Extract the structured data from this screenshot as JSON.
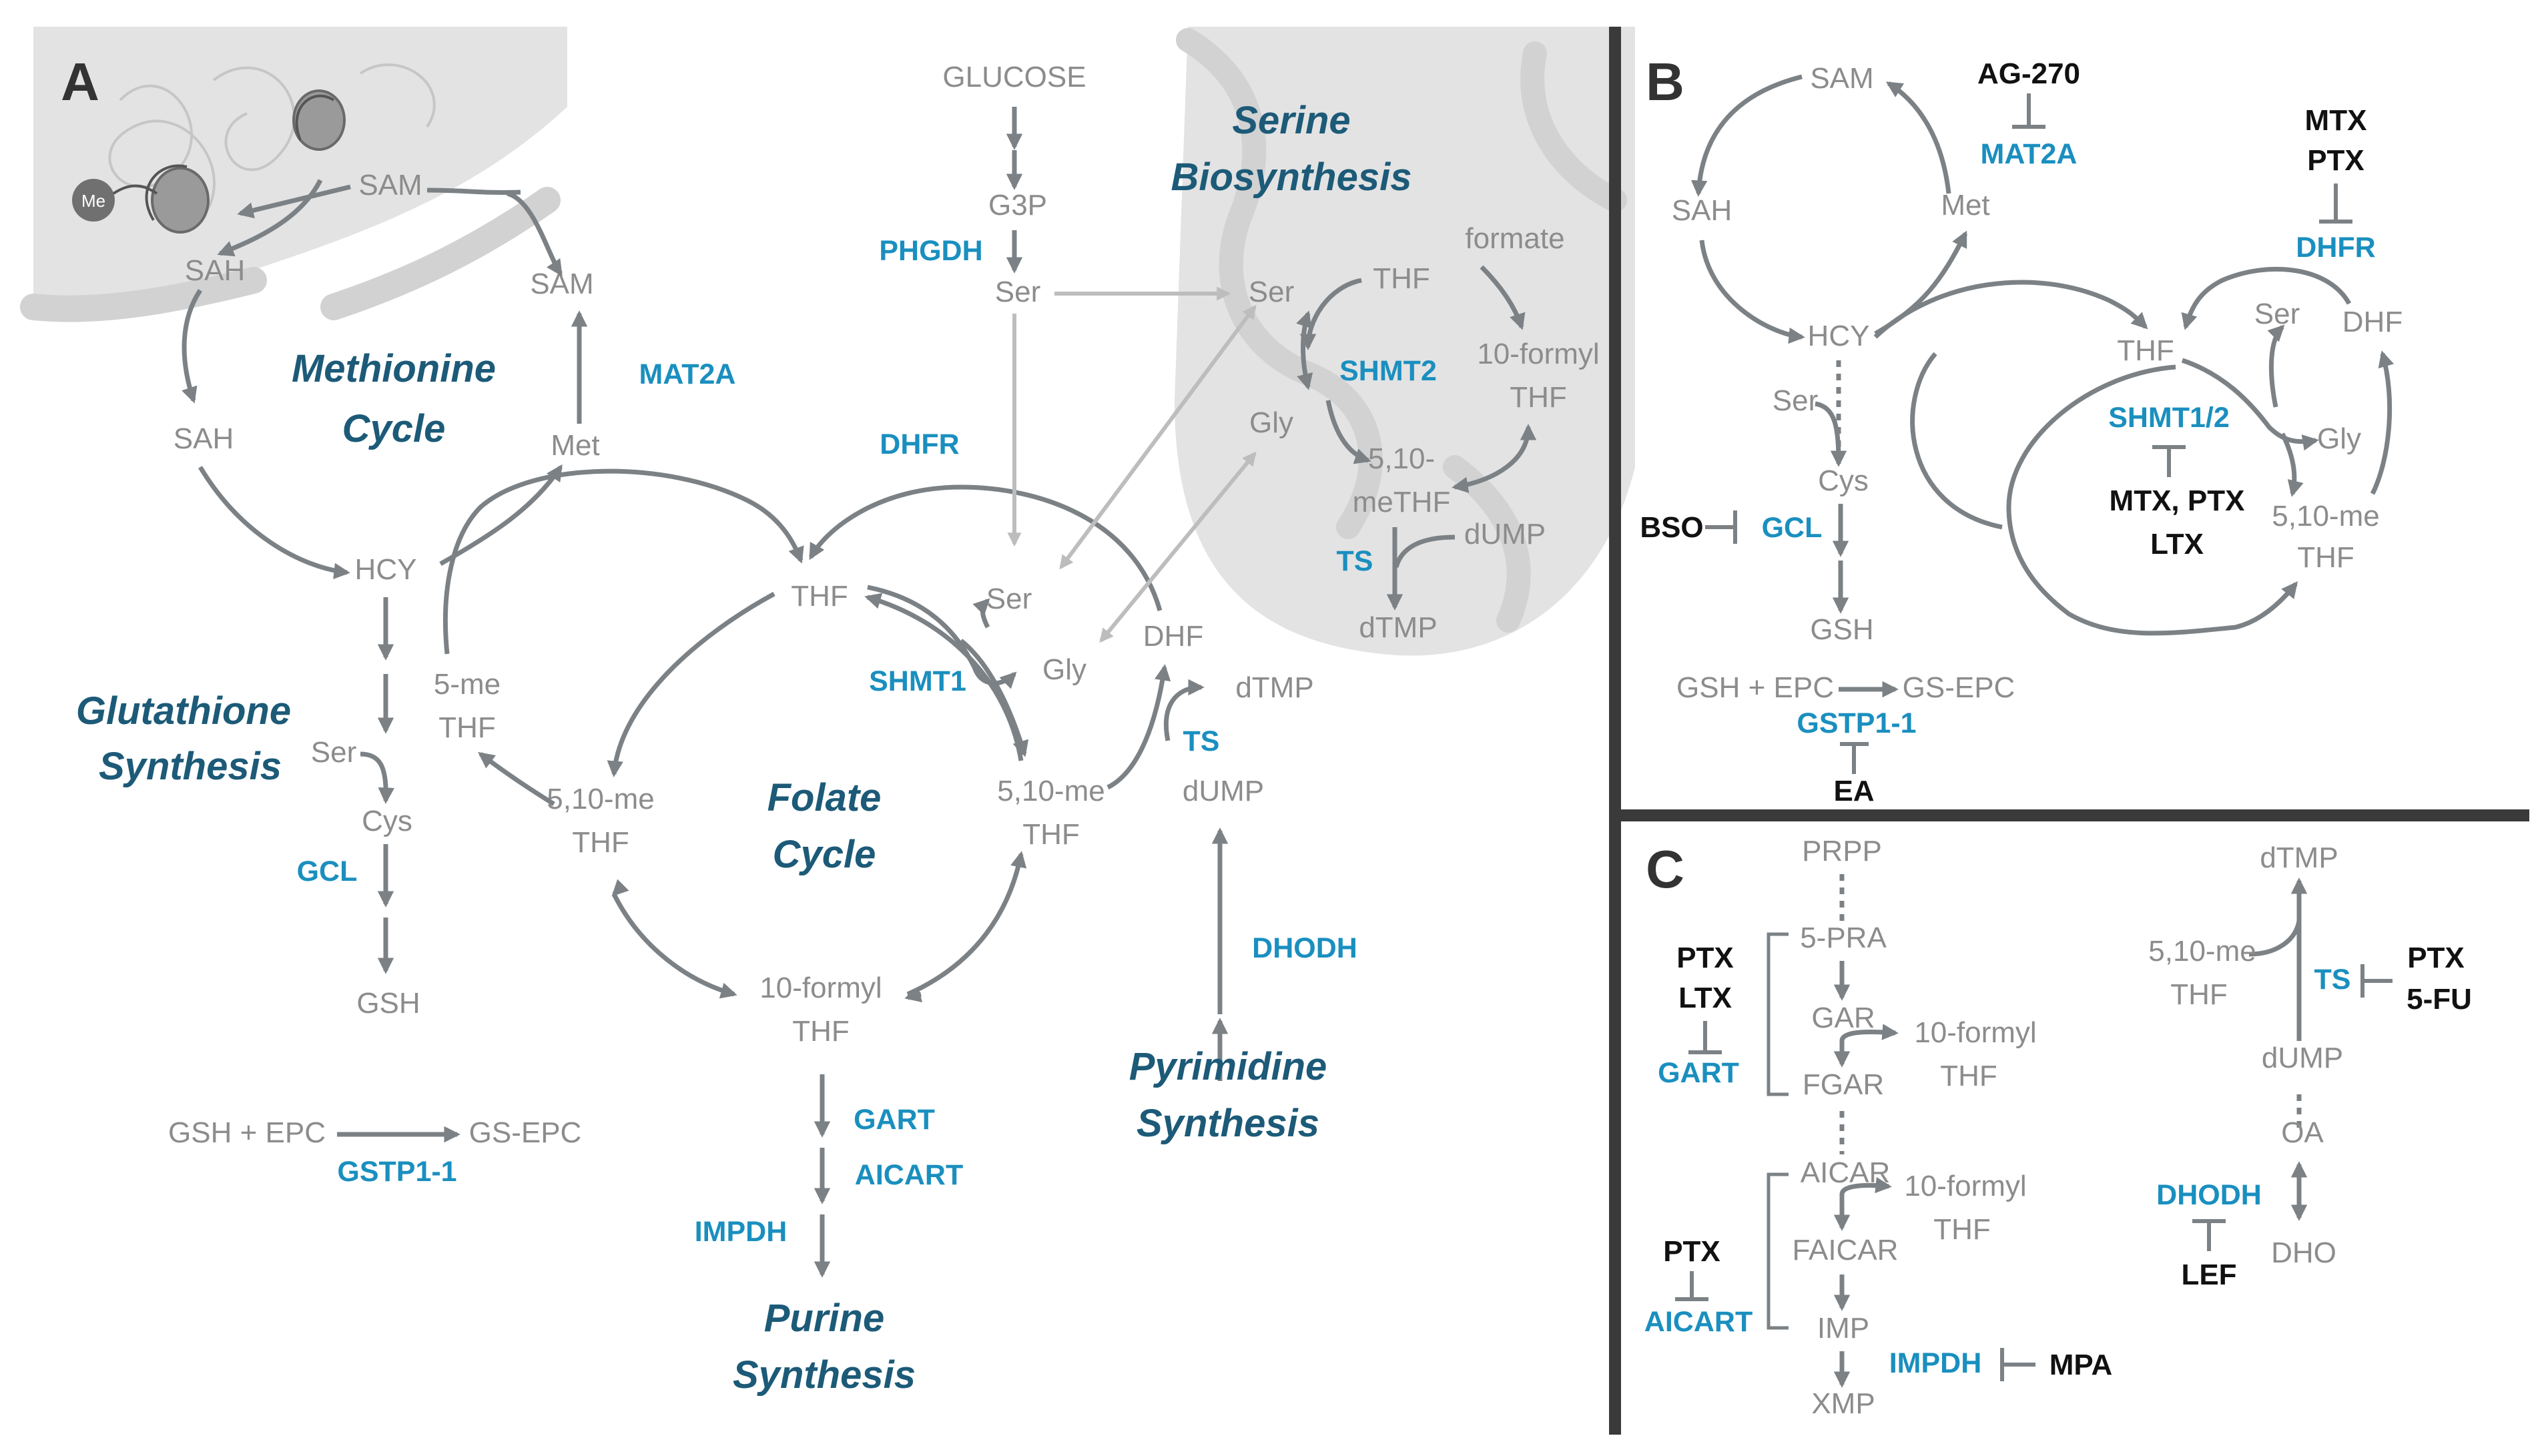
{
  "panels": {
    "a": "A",
    "b": "B",
    "c": "C"
  },
  "pathways": {
    "methionine": [
      "Methionine",
      "Cycle"
    ],
    "glutathione": [
      "Glutathione",
      "Synthesis"
    ],
    "folate": [
      "Folate",
      "Cycle"
    ],
    "serine": [
      "Serine",
      "Biosynthesis"
    ],
    "pyrimidine": [
      "Pyrimidine",
      "Synthesis"
    ],
    "purine": [
      "Purine",
      "Synthesis"
    ]
  },
  "nucleus": {
    "me": "Me",
    "sam": "SAM",
    "sah": "SAH"
  },
  "panel_a": {
    "sam": "SAM",
    "met": "Met",
    "sah": "SAH",
    "hcy": "HCY",
    "mat2a": "MAT2A",
    "ser": "Ser",
    "cys": "Cys",
    "gcl": "GCL",
    "gsh": "GSH",
    "me5": [
      "5-me",
      "THF"
    ],
    "methf": [
      "5,10-me",
      "THF"
    ],
    "thf": "THF",
    "dhfr": "DHFR",
    "dhf": "DHF",
    "ser_c": "Ser",
    "gly_c": "Gly",
    "shmt1": "SHMT1",
    "methf_r": [
      "5,10-me",
      "THF"
    ],
    "formyl": [
      "10-formyl",
      "THF"
    ],
    "gart": "GART",
    "aicart": "AICART",
    "impdh": "IMPDH",
    "dtmp": "dTMP",
    "ts": "TS",
    "dump": "dUMP",
    "dhodh": "DHODH",
    "gsh_epc": "GSH + EPC",
    "gs_epc": "GS-EPC",
    "gstp": "GSTP1-1",
    "glucose": "GLUCOSE",
    "g3p": "G3P",
    "phgdh": "PHGDH",
    "ser_top": "Ser",
    "m_ser": "Ser",
    "m_thf": "THF",
    "m_formate": "formate",
    "m_formyl": [
      "10-formyl",
      "THF"
    ],
    "shmt2": "SHMT2",
    "m_gly": "Gly",
    "m_methf": [
      "5,10-",
      "meTHF"
    ],
    "m_dump": "dUMP",
    "m_ts": "TS",
    "m_dtmp": "dTMP"
  },
  "panel_b": {
    "sam": "SAM",
    "ag270": "AG-270",
    "mat2a": "MAT2A",
    "met": "Met",
    "sah": "SAH",
    "hcy": "HCY",
    "ser": "Ser",
    "cys": "Cys",
    "gcl": "GCL",
    "bso": "BSO",
    "gsh": "GSH",
    "mtx": "MTX",
    "ptx": "PTX",
    "dhfr": "DHFR",
    "thf": "THF",
    "ser2": "Ser",
    "dhf": "DHF",
    "shmt12": "SHMT1/2",
    "gly": "Gly",
    "drugs1": "MTX, PTX",
    "drugs2": "LTX",
    "methf": [
      "5,10-me",
      "THF"
    ],
    "gsh_epc": "GSH + EPC",
    "gs_epc": "GS-EPC",
    "gstp": "GSTP1-1",
    "ea": "EA"
  },
  "panel_c": {
    "prpp": "PRPP",
    "pra": "5-PRA",
    "gar": "GAR",
    "formyl1": [
      "10-formyl",
      "THF"
    ],
    "fgar": "FGAR",
    "ptx1": "PTX",
    "ltx1": "LTX",
    "gart": "GART",
    "aicar": "AICAR",
    "formyl2": [
      "10-formyl",
      "THF"
    ],
    "faicar": "FAICAR",
    "ptx2": "PTX",
    "aicart": "AICART",
    "imp": "IMP",
    "impdh": "IMPDH",
    "mpa": "MPA",
    "xmp": "XMP",
    "dtmp": "dTMP",
    "methf": [
      "5,10-me",
      "THF"
    ],
    "ts": "TS",
    "ptx3": "PTX",
    "fu": "5-FU",
    "dump": "dUMP",
    "oa": "OA",
    "dhodh": "DHODH",
    "dho": "DHO",
    "lef": "LEF"
  },
  "colors": {
    "metabolite": "#8c8c8c",
    "enzyme": "#1a8fbf",
    "drug": "#111111",
    "pathway": "#1c5a78",
    "arrow": "#7b8185",
    "divider": "#3a3a3a",
    "organelle": "#e3e3e3"
  },
  "icons": [
    "nucleus-chromatin-icon",
    "nucleosome-icon",
    "methyl-group-icon",
    "mitochondrion-icon"
  ]
}
